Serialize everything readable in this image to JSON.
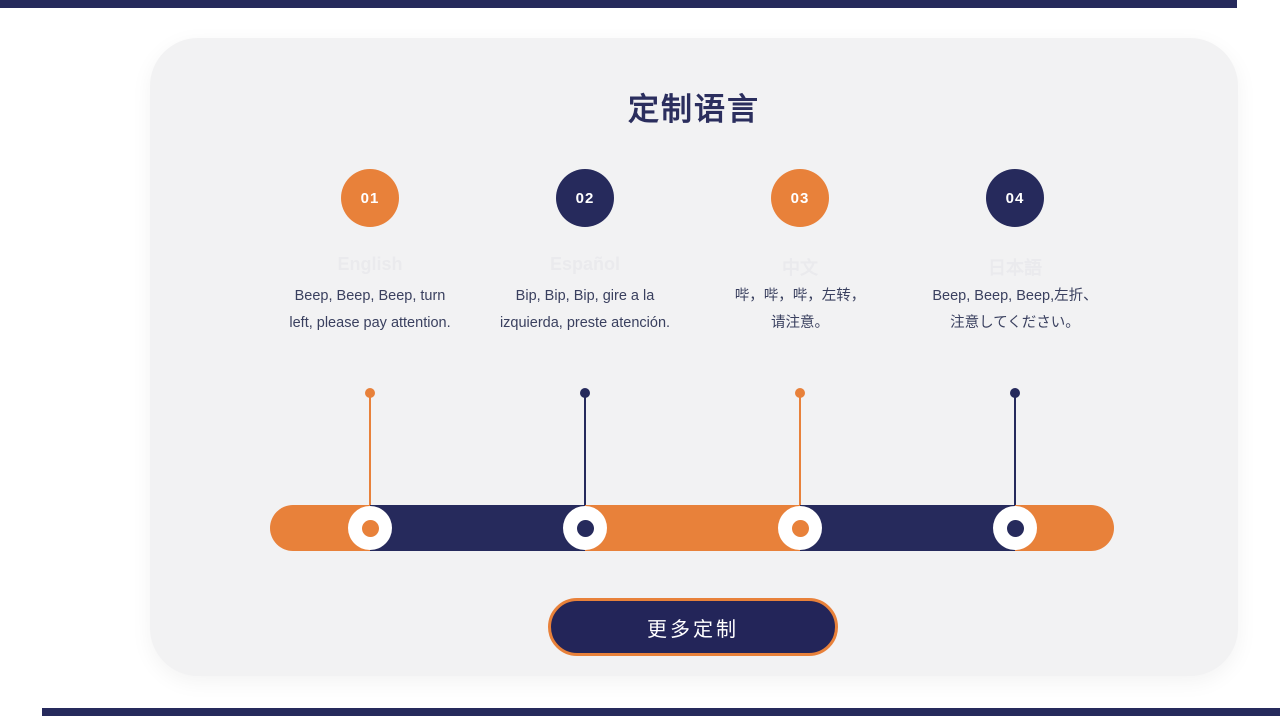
{
  "page": {
    "title": "定制语言",
    "cta_label": "更多定制"
  },
  "colors": {
    "orange": "#E8813A",
    "navy": "#262A5C",
    "card_bg": "#F2F2F3",
    "title_text": "#2B2E5E",
    "desc_text": "#3A405F",
    "faint_label": "#EAEAED",
    "white": "#FFFFFF"
  },
  "items": [
    {
      "number": "01",
      "language": "English",
      "color": "orange",
      "lines": [
        "Beep, Beep, Beep, turn",
        "left, please pay attention."
      ]
    },
    {
      "number": "02",
      "language": "Español",
      "color": "navy",
      "lines": [
        "Bip, Bip, Bip, gire a la",
        "izquierda, preste atención."
      ]
    },
    {
      "number": "03",
      "language": "中文",
      "color": "orange",
      "lines": [
        "哔，哔，哔，左转，",
        "请注意。"
      ]
    },
    {
      "number": "04",
      "language": "日本語",
      "color": "navy",
      "lines": [
        "Beep, Beep, Beep,左折、",
        "注意してください。"
      ]
    }
  ],
  "timeline": {
    "segment_colors": [
      "orange",
      "navy",
      "orange",
      "navy",
      "orange"
    ]
  }
}
